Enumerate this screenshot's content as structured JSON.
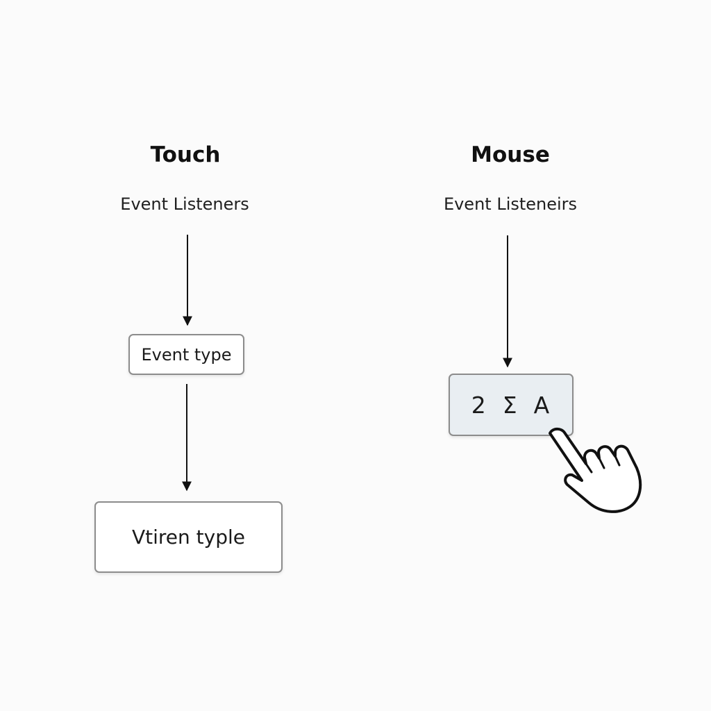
{
  "touch": {
    "title": "Touch",
    "subtitle": "Event Listeners",
    "box_top": "Event type",
    "box_bottom": "Vtiren typle"
  },
  "mouse": {
    "title": "Mouse",
    "subtitle": "Event Listeneirs",
    "key_glyphs": [
      "2",
      "Σ",
      "A"
    ],
    "pointer_icon": "hand-pointer-icon"
  },
  "colors": {
    "background": "#fbfbfb",
    "line": "#111111",
    "box_border": "#8c8c8c",
    "key_box_fill": "#e9eef2"
  }
}
